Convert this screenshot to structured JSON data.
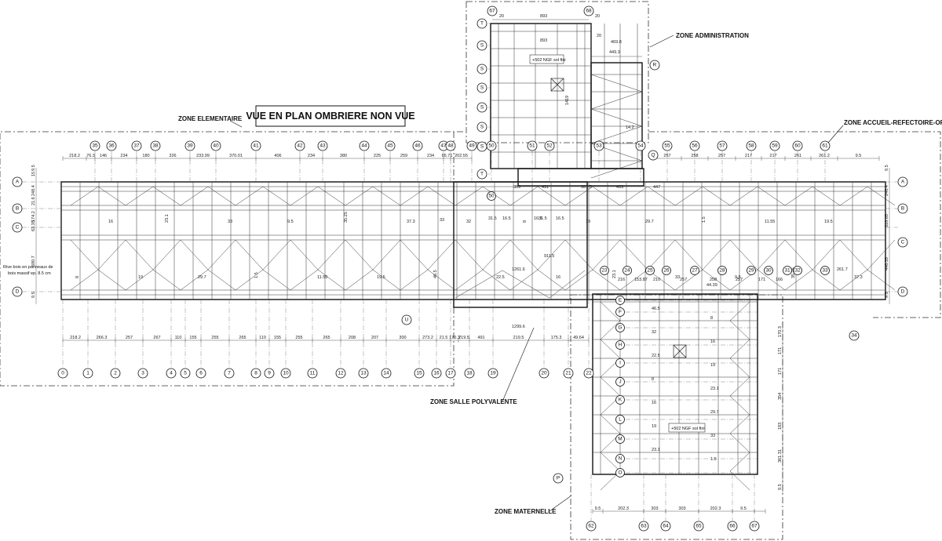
{
  "title": "VUE EN PLAN OMBRIERE NON VUE",
  "zones": {
    "elementaire": "ZONE ELEMENTAIRE",
    "administration": "ZONE ADMINISTRATION",
    "accueil": "ZONE ACCUEIL-REFECTOIRE-OFFICE",
    "polyvalente": "ZONE SALLE POLYVALENTE",
    "maternelle": "ZONE MATERNELLE"
  },
  "level_labels": [
    "+502 NGF sol fini",
    "+502 NGF sol fini"
  ],
  "note_lines": [
    "Rive bois en panneaux de",
    "bois massif ep. 8.5 cm"
  ],
  "bottom_axes": [
    "0",
    "1",
    "2",
    "3",
    "4",
    "5",
    "6",
    "7",
    "8",
    "9",
    "10",
    "11",
    "12",
    "13",
    "14",
    "15",
    "16",
    "17",
    "18",
    "19",
    "20",
    "21",
    "22"
  ],
  "top_axes": [
    "35",
    "36",
    "37",
    "38",
    "39",
    "40",
    "41",
    "42",
    "43",
    "44",
    "45",
    "46",
    "47",
    "48",
    "49",
    "50",
    "51",
    "52",
    "53",
    "54",
    "55",
    "56",
    "57",
    "58",
    "59",
    "60",
    "61"
  ],
  "admin_top_axes": [
    "67",
    "68"
  ],
  "mat_bottom_axes": [
    "62",
    "63",
    "64",
    "65",
    "66",
    "67"
  ],
  "row_axes_left": [
    "A",
    "B",
    "C",
    "D"
  ],
  "row_axes_right": [
    "A",
    "B",
    "C",
    "D"
  ],
  "admin_rows": [
    "T",
    "S",
    "S",
    "S",
    "S",
    "S",
    "S",
    "T"
  ],
  "admin_right_row": "R",
  "q_row": "Q",
  "u_row": "U",
  "p_row": "P",
  "mat_rows": [
    "E",
    "F",
    "G",
    "H",
    "I",
    "J",
    "K",
    "L",
    "M",
    "N",
    "O"
  ],
  "inner_axes": [
    "23",
    "24",
    "25",
    "26",
    "27",
    "28",
    "29",
    "30",
    "31",
    "32",
    "33"
  ],
  "axis_34": "34",
  "top_dims": [
    "218.2",
    "76.3",
    "146",
    "234",
    "180",
    "326",
    "233.99",
    "370.01",
    "406",
    "234",
    "380",
    "225",
    "259",
    "234",
    "65.71",
    "202.55"
  ],
  "right_top_dims": [
    "257",
    "258",
    "257",
    "217",
    "217",
    "261",
    "261.2",
    "9.5"
  ],
  "bottom_dims": [
    "218.2",
    "266.3",
    "257",
    "267",
    "110",
    "155",
    "255",
    "265",
    "110",
    "155",
    "255",
    "265",
    "208",
    "207",
    "300",
    "273.2",
    "21.5",
    "170.3",
    "219.5",
    "491",
    "219.5",
    "175.3",
    "49.64"
  ],
  "admin_dims": [
    "893",
    "893",
    "469.8",
    "449.3",
    "20",
    "20",
    "20",
    "1419",
    "14.2"
  ],
  "left_dims": [
    "9.5",
    "15",
    "248.4",
    "21.6",
    "174.2",
    "63.35",
    "590.7",
    "9.5"
  ],
  "right_dims": [
    "9.5",
    "248.4",
    "318.05",
    "446.35",
    "9.5"
  ],
  "mat_right_dims": [
    "170.3",
    "171",
    "171",
    "354",
    "183",
    "361.31",
    "9.5"
  ],
  "mat_bottom_dims": [
    "9.5",
    "202.3",
    "303",
    "303",
    "202.3",
    "9.5"
  ],
  "mid_dims": [
    "1261.6",
    "1299.6",
    "911.5",
    "359",
    "491",
    "361.5",
    "493",
    "447",
    "16.5",
    "16.5",
    "16.5",
    "31.5",
    "31.5",
    "33"
  ],
  "inner_dims": [
    "216",
    "153.87",
    "210",
    "257",
    "258",
    "257",
    "171",
    "166",
    "44.39",
    "261.7"
  ],
  "small_dims": [
    "8",
    "16",
    "19",
    "23.1",
    "29.7",
    "33",
    "1.5",
    "9.5",
    "11.55",
    "35.25",
    "19.5",
    "37.3",
    "46.5",
    "32",
    "22.5"
  ]
}
